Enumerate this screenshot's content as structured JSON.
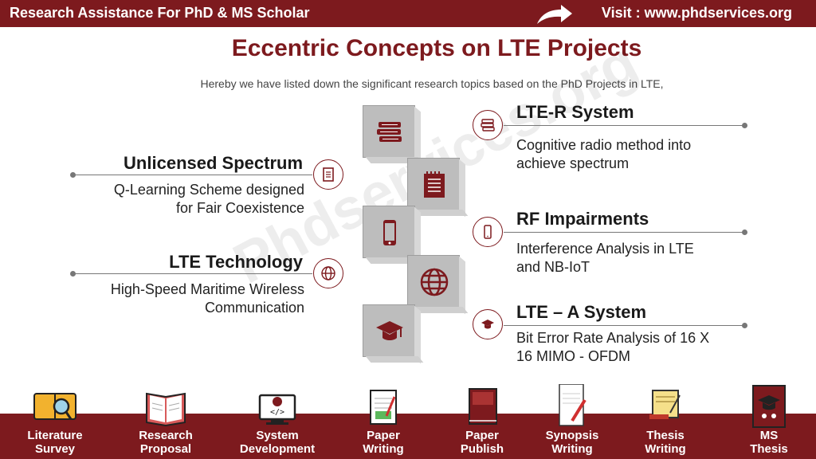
{
  "header": {
    "left_text": "Research Assistance For PhD & MS Scholar",
    "right_text": "Visit : www.phdservices.org"
  },
  "title": "Eccentric Concepts on LTE Projects",
  "subtitle": "Hereby we have listed down the significant research topics based on the PhD Projects in LTE,",
  "watermark": "Phdservices.org",
  "topics_left": [
    {
      "heading": "Unlicensed Spectrum",
      "desc_line1": "Q-Learning Scheme designed",
      "desc_line2": "for Fair Coexistence",
      "icon": "notepad-icon"
    },
    {
      "heading": "LTE Technology",
      "desc_line1": "High-Speed Maritime Wireless",
      "desc_line2": "Communication",
      "icon": "globe-icon"
    }
  ],
  "topics_right": [
    {
      "heading": "LTE-R System",
      "desc_line1": "Cognitive radio method into",
      "desc_line2": "achieve spectrum",
      "icon": "books-icon"
    },
    {
      "heading": "RF Impairments",
      "desc_line1": "Interference Analysis in LTE",
      "desc_line2": "and NB-IoT",
      "icon": "mobile-icon"
    },
    {
      "heading": "LTE – A System",
      "desc_line1": "Bit Error Rate Analysis of 16 X",
      "desc_line2": "16 MIMO - OFDM",
      "icon": "graduation-cap-icon"
    }
  ],
  "services": [
    {
      "line1": "Literature",
      "line2": "Survey",
      "icon": "literature-survey-icon"
    },
    {
      "line1": "Research",
      "line2": "Proposal",
      "icon": "research-proposal-icon"
    },
    {
      "line1": "System",
      "line2": "Development",
      "icon": "system-development-icon"
    },
    {
      "line1": "Paper",
      "line2": "Writing",
      "icon": "paper-writing-icon"
    },
    {
      "line1": "Paper",
      "line2": "Publish",
      "icon": "paper-publish-icon"
    },
    {
      "line1": "Synopsis",
      "line2": "Writing",
      "icon": "synopsis-writing-icon"
    },
    {
      "line1": "Thesis",
      "line2": "Writing",
      "icon": "thesis-writing-icon"
    },
    {
      "line1": "MS",
      "line2": "Thesis",
      "icon": "ms-thesis-icon"
    }
  ],
  "colors": {
    "brand": "#7d1a1e",
    "cube": "#bdbdbd",
    "line": "#777777"
  }
}
